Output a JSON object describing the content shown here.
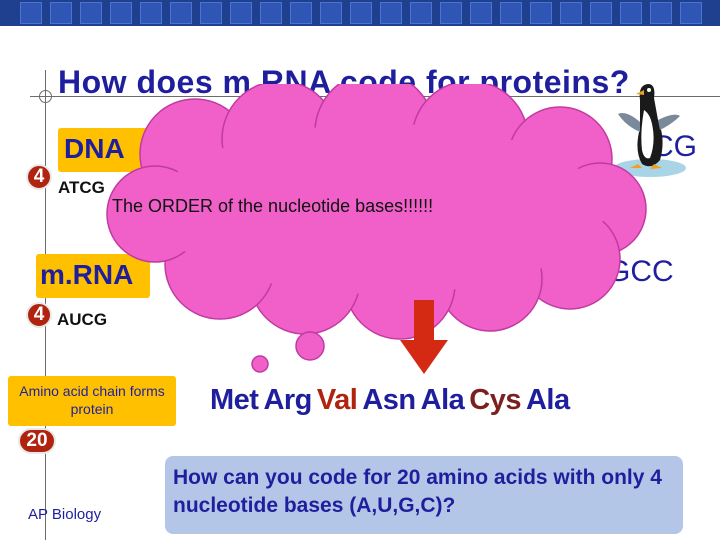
{
  "slide": {
    "title": "How does m.RNA code for proteins?",
    "footer": "AP Biology"
  },
  "dna": {
    "label": "DNA",
    "badge": "4",
    "bases": "ATCG",
    "sequence_visible": "CG"
  },
  "cloud": {
    "text": "The ORDER of the nucleotide bases!!!!!!"
  },
  "mrna": {
    "label": "m.RNA",
    "badge": "4",
    "bases": "AUCG",
    "sequence_visible": "GCGCC"
  },
  "amino_acids": {
    "label": "Amino acid chain forms protein",
    "badge": "20",
    "chain": [
      {
        "name": "Met",
        "color": "#1f1f9e"
      },
      {
        "name": "Arg",
        "color": "#1f1f9e"
      },
      {
        "name": "Val",
        "color": "#b0240f"
      },
      {
        "name": "Asn",
        "color": "#1f1f9e"
      },
      {
        "name": "Ala",
        "color": "#1f1f9e"
      },
      {
        "name": "Cys",
        "color": "#7b1f1f"
      },
      {
        "name": "Ala",
        "color": "#1f1f9e"
      }
    ]
  },
  "question": {
    "text": "How can you code for 20 amino acids with only 4 nucleotide bases (A,U,G,C)?"
  },
  "colors": {
    "title": "#1f1f9e",
    "label_bg": "#ffc000",
    "badge": "#b0240f",
    "cloud": "#f060c8",
    "arrow": "#d42a14",
    "question_bg": "#b4c6e7",
    "topbar": "#1f3f8f"
  },
  "icons": {
    "penguin": "penguin-icon",
    "arrow": "arrow-down-icon"
  }
}
